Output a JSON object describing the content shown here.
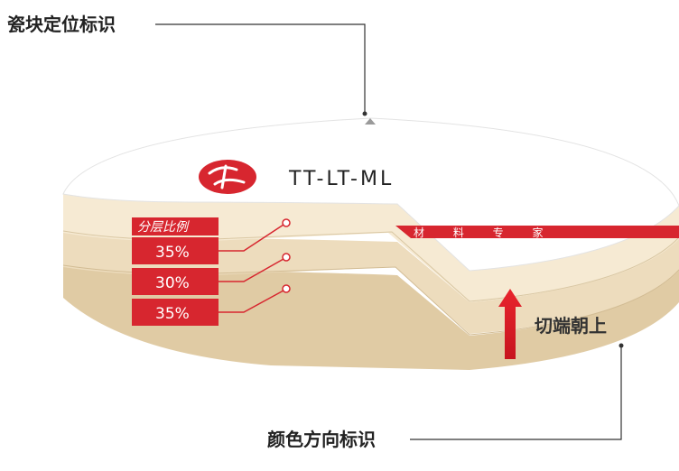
{
  "callouts": {
    "position_mark": "瓷块定位标识",
    "color_direction_mark": "颜色方向标识",
    "cut_end_up": "切端朝上"
  },
  "disc": {
    "brand_text": "TT-LT-ML",
    "band_text": "材 料 专 家",
    "logo": "seal-logo-icon"
  },
  "layers": {
    "header": "分层比例",
    "values": [
      "35%",
      "30%",
      "35%"
    ]
  },
  "colors": {
    "accent_red": "#d7262f",
    "layer_top": "#f6ead3",
    "layer_middle": "#eddcbd",
    "layer_bottom": "#e0cba4",
    "disc_top": "#ffffff"
  }
}
